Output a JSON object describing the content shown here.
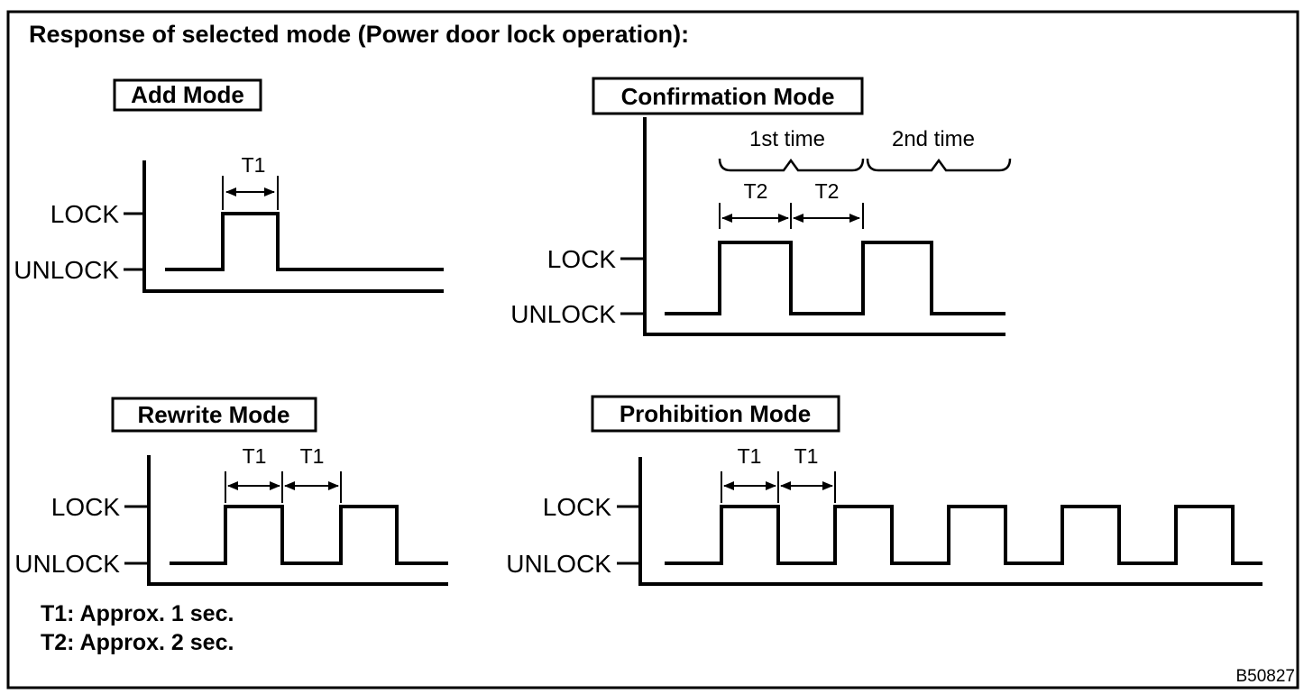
{
  "title": "Response of selected mode (Power door lock operation):",
  "figure_code": "B50827",
  "colors": {
    "foreground": "#000000",
    "background": "#ffffff"
  },
  "signal_levels": {
    "lock": "LOCK",
    "unlock": "UNLOCK"
  },
  "panels": {
    "add": {
      "title": "Add Mode",
      "pulse_count": 1,
      "pulse_duration": "T1"
    },
    "confirmation": {
      "title": "Confirmation Mode",
      "pulse_count": 2,
      "pulse_duration": "T2",
      "interval_duration": "T2",
      "cycle_labels": [
        "1st time",
        "2nd time"
      ]
    },
    "rewrite": {
      "title": "Rewrite Mode",
      "pulse_count": 2,
      "pulse_duration": "T1",
      "interval_duration": "T1"
    },
    "prohibition": {
      "title": "Prohibition Mode",
      "pulse_count": 5,
      "pulse_duration": "T1",
      "interval_duration": "T1"
    }
  },
  "notes": {
    "t1": "T1: Approx. 1 sec.",
    "t2": "T2: Approx. 2 sec."
  }
}
